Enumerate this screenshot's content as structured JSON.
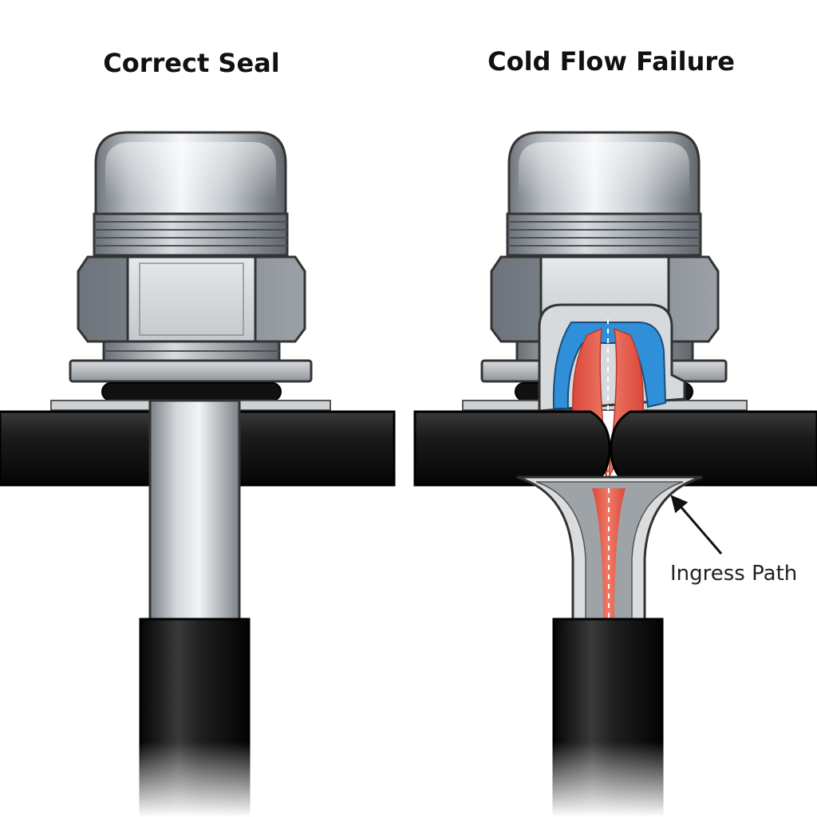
{
  "panels": {
    "left": {
      "title": "Correct Seal"
    },
    "right": {
      "title": "Cold Flow Failure",
      "callout": "Ingress Path"
    }
  },
  "colors": {
    "cable": "#1a1a1a",
    "metal": "#c9cdd2",
    "seal_red": "#e8584a",
    "seal_blue": "#2f8fd8"
  }
}
